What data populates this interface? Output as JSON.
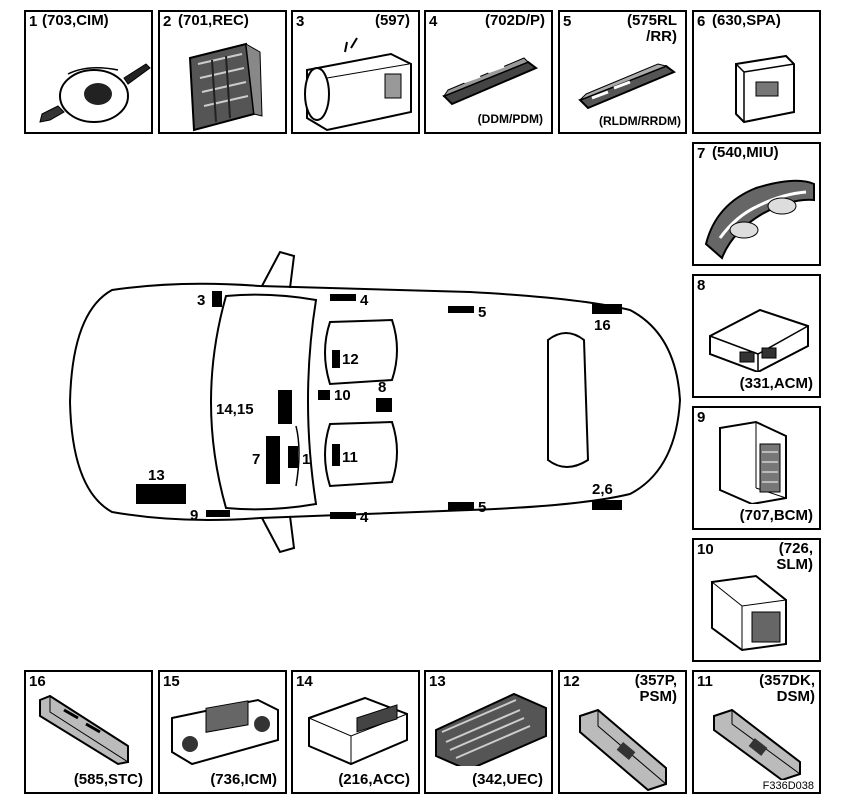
{
  "modules_top": [
    {
      "num": "1",
      "code": "(703,CIM)",
      "sub": ""
    },
    {
      "num": "2",
      "code": "(701,REC)",
      "sub": ""
    },
    {
      "num": "3",
      "code": "(597)",
      "sub": ""
    },
    {
      "num": "4",
      "code": "(702D/P)",
      "sub": "(DDM/PDM)"
    },
    {
      "num": "5",
      "code": "(575RL\n/RR)",
      "sub": "(RLDM/RRDM)"
    },
    {
      "num": "6",
      "code": "(630,SPA)",
      "sub": ""
    }
  ],
  "modules_right": [
    {
      "num": "7",
      "code": "(540,MIU)"
    },
    {
      "num": "8",
      "code": "(331,ACM)"
    },
    {
      "num": "9",
      "code": "(707,BCM)"
    },
    {
      "num": "10",
      "code": "(726,\nSLM)"
    }
  ],
  "modules_bottom": [
    {
      "num": "16",
      "code": "(585,STC)"
    },
    {
      "num": "15",
      "code": "(736,ICM)"
    },
    {
      "num": "14",
      "code": "(216,ACC)"
    },
    {
      "num": "13",
      "code": "(342,UEC)"
    },
    {
      "num": "12",
      "code": "(357P,\nPSM)"
    },
    {
      "num": "11",
      "code": "(357DK,\nDSM)"
    }
  ],
  "car_labels": {
    "l3": "3",
    "l4a": "4",
    "l5a": "5",
    "l16": "16",
    "l12": "12",
    "l10": "10",
    "l8": "8",
    "l1415": "14,15",
    "l7": "7",
    "l1": "1",
    "l11": "11",
    "l13": "13",
    "l9": "9",
    "l4b": "4",
    "l5b": "5",
    "l26": "2,6"
  },
  "figure_id": "F336D038",
  "colors": {
    "line": "#000000",
    "background": "#ffffff"
  }
}
